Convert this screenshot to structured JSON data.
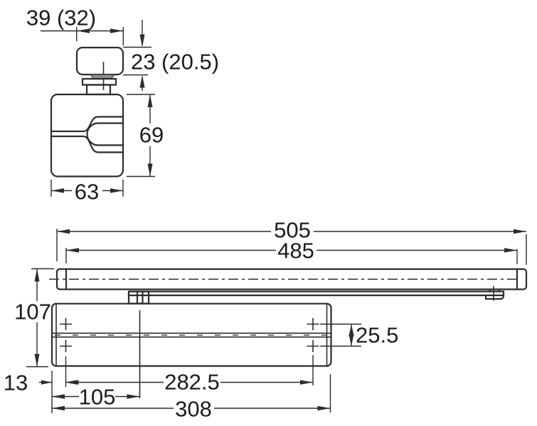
{
  "top_view": {
    "dim_shoe_width": "39 (32)",
    "dim_shoe_height": "23 (20.5)",
    "dim_body_height": "69",
    "dim_body_width": "63"
  },
  "front_view": {
    "dim_overall_length": "505",
    "dim_rail_inner_length": "485",
    "dim_total_height": "107",
    "dim_edge_to_hole": "13",
    "dim_spindle_offset": "105",
    "dim_hole_spacing": "282.5",
    "dim_body_length": "308",
    "dim_hole_row_spacing": "25.5"
  },
  "colors": {
    "line": "#2c2c2c",
    "text": "#1c1c1c",
    "slider_fill": "#909090",
    "background": "#ffffff"
  }
}
